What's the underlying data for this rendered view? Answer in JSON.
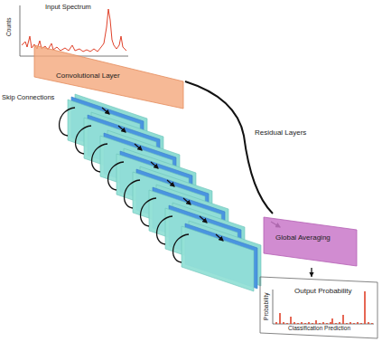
{
  "diagram": {
    "nodes": [
      {
        "text": [
          "Input Spectrum"
        ]
      },
      {
        "text": [
          "Convolutional Layer"
        ]
      },
      {
        "text": [
          "Global Averaging"
        ]
      },
      {
        "text": [
          "Output Probability"
        ]
      }
    ],
    "edges": [
      {
        "from": 2,
        "to": 3,
        "arrow": "to"
      }
    ],
    "labels": [
      "Counts",
      "Skip Connections",
      "Residual Layers",
      "Probability",
      "Classification Prediction"
    ]
  }
}
